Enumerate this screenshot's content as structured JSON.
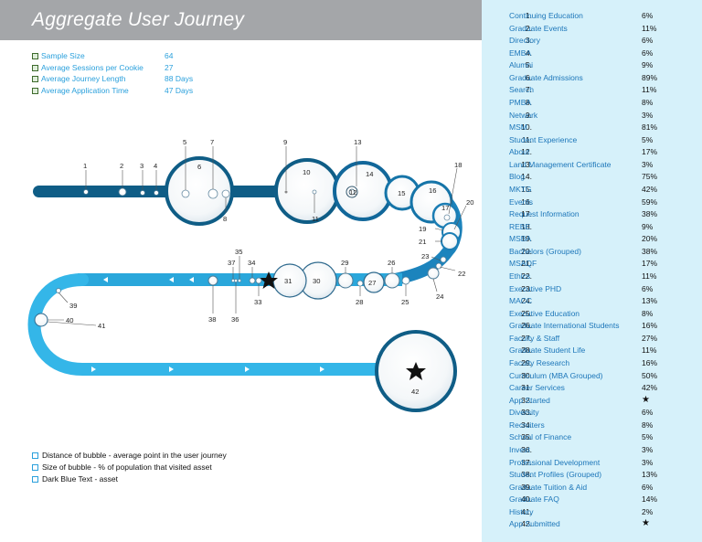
{
  "title": "Aggregate User Journey",
  "stats": [
    {
      "label": "Sample Size",
      "value": "64"
    },
    {
      "label": "Average Sessions per Cookie",
      "value": "27"
    },
    {
      "label": "Average Journey Length",
      "value": "88 Days"
    },
    {
      "label": "Average Application Time",
      "value": "47 Days"
    }
  ],
  "legend": [
    "Distance of bubble - average point in the user journey",
    "Size of bubble - % of population that visited asset",
    "Dark Blue Text - asset"
  ],
  "assets": [
    {
      "num": "1.",
      "name": "Continuing Education",
      "pct": "6%"
    },
    {
      "num": "2.",
      "name": "Graduate Events",
      "pct": "11%"
    },
    {
      "num": "3.",
      "name": "Directory",
      "pct": "6%"
    },
    {
      "num": "4.",
      "name": "EMBA",
      "pct": "6%"
    },
    {
      "num": "5.",
      "name": "Alumni",
      "pct": "9%"
    },
    {
      "num": "6.",
      "name": "Graduate Admissions",
      "pct": "89%"
    },
    {
      "num": "7.",
      "name": "Search",
      "pct": "11%"
    },
    {
      "num": "8.",
      "name": "PMBA",
      "pct": "8%"
    },
    {
      "num": "9.",
      "name": "Network",
      "pct": "3%"
    },
    {
      "num": "10.",
      "name": "MSM",
      "pct": "81%"
    },
    {
      "num": "11.",
      "name": "Student Experience",
      "pct": "5%"
    },
    {
      "num": "12.",
      "name": "About",
      "pct": "17%"
    },
    {
      "num": "13.",
      "name": "Land Management Certificate",
      "pct": "3%"
    },
    {
      "num": "14.",
      "name": "Blog",
      "pct": "75%"
    },
    {
      "num": "15.",
      "name": "MKTG",
      "pct": "42%"
    },
    {
      "num": "16.",
      "name": "Events",
      "pct": "59%"
    },
    {
      "num": "17.",
      "name": "Request Information",
      "pct": "38%"
    },
    {
      "num": "18.",
      "name": "REBE",
      "pct": "9%"
    },
    {
      "num": "19.",
      "name": "MSBA",
      "pct": "20%"
    },
    {
      "num": "20.",
      "name": "Bachelors (Grouped)",
      "pct": "38%"
    },
    {
      "num": "21.",
      "name": "MSAQF",
      "pct": "17%"
    },
    {
      "num": "22.",
      "name": "Ethics",
      "pct": "11%"
    },
    {
      "num": "23.",
      "name": "Executive PHD",
      "pct": "6%"
    },
    {
      "num": "24.",
      "name": "MACC",
      "pct": "13%"
    },
    {
      "num": "25.",
      "name": "Executive Education",
      "pct": "8%"
    },
    {
      "num": "26.",
      "name": "Graduate International Students",
      "pct": "16%"
    },
    {
      "num": "27.",
      "name": "Faculty & Staff",
      "pct": "27%"
    },
    {
      "num": "28.",
      "name": "Graduate Student Life",
      "pct": "11%"
    },
    {
      "num": "29.",
      "name": "Faculty Research",
      "pct": "16%"
    },
    {
      "num": "30.",
      "name": "Curriculum (MBA Grouped)",
      "pct": "50%"
    },
    {
      "num": "31.",
      "name": "Career Services",
      "pct": "42%"
    },
    {
      "num": "32.",
      "name": "App Started",
      "pct": "",
      "star": true
    },
    {
      "num": "33.",
      "name": "Diversity",
      "pct": "6%"
    },
    {
      "num": "34.",
      "name": "Recruiters",
      "pct": "8%"
    },
    {
      "num": "35.",
      "name": "School of Finance",
      "pct": "5%"
    },
    {
      "num": "36.",
      "name": "Invest",
      "pct": "3%"
    },
    {
      "num": "37.",
      "name": "Professional Development",
      "pct": "3%"
    },
    {
      "num": "38.",
      "name": "Student Profiles (Grouped)",
      "pct": "13%"
    },
    {
      "num": "39.",
      "name": "Graduate Tuition & Aid",
      "pct": "6%"
    },
    {
      "num": "40.",
      "name": "Graduate FAQ",
      "pct": "14%"
    },
    {
      "num": "41.",
      "name": "History",
      "pct": "2%"
    },
    {
      "num": "42.",
      "name": "App Submitted",
      "pct": "",
      "star": true
    }
  ],
  "colors": {
    "header": "#a4a6a9",
    "sidebar": "#d6f1fa",
    "track_dark": "#0f5d86",
    "track_light": "#2eb3e6",
    "asset_text": "#1c76b9",
    "stat_text": "#2aa0dc"
  }
}
